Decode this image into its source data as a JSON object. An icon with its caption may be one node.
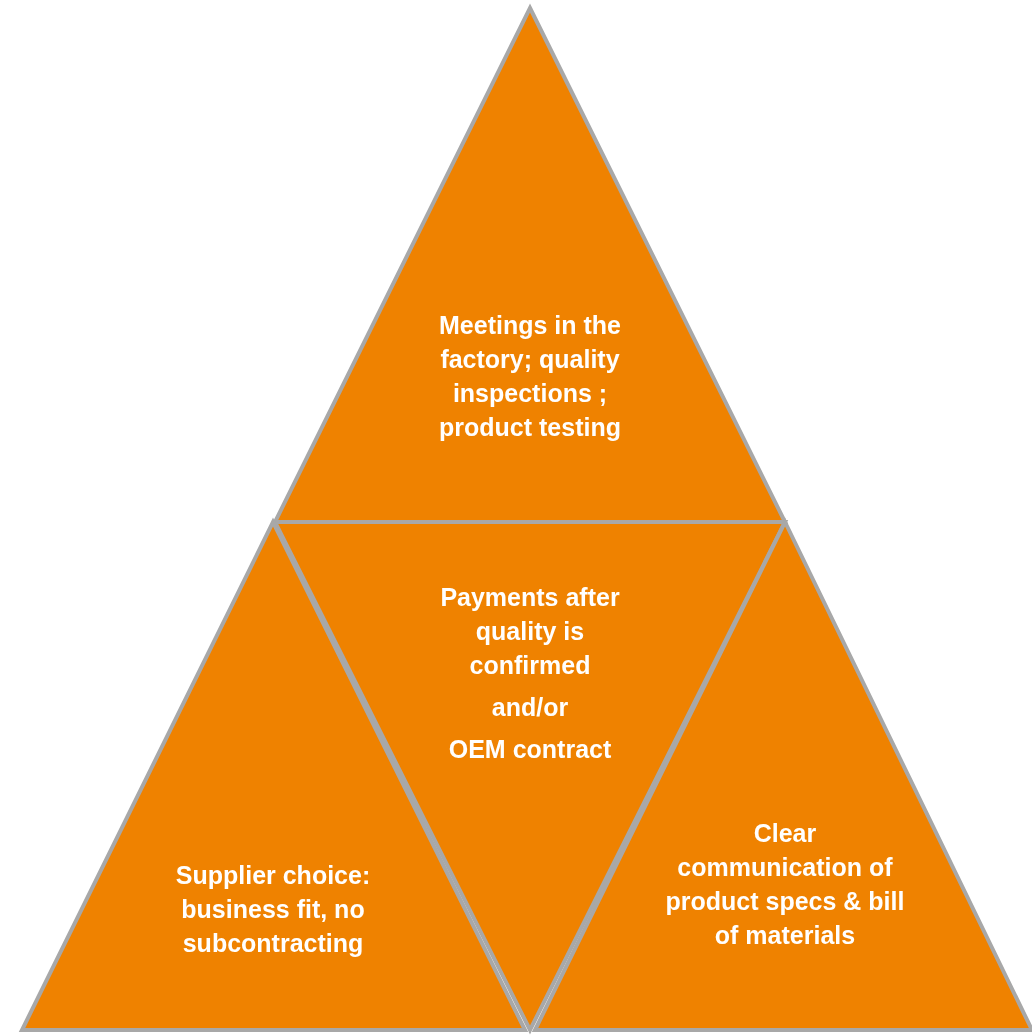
{
  "diagram": {
    "nodes": [
      {
        "text": [
          "Meetings in the factory; quality inspections ; product testing"
        ]
      },
      {
        "text": [
          "Payments after quality is confirmed",
          "and/or",
          "OEM contract"
        ]
      },
      {
        "text": [
          "Supplier choice: business fit, no subcontracting"
        ]
      },
      {
        "text": [
          "Clear communication of product specs & bill of materials"
        ]
      }
    ]
  }
}
